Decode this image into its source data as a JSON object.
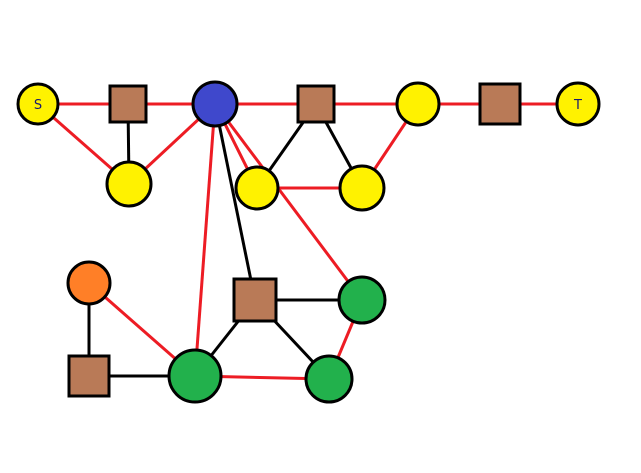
{
  "colors": {
    "background": "#ffffff",
    "red_edge": "#ed1c24",
    "black_edge": "#000000",
    "yellow": "#fff200",
    "blue": "#3f48cc",
    "brown": "#b97a57",
    "green": "#22b14c",
    "orange": "#ff7f27",
    "outline": "#000000"
  },
  "nodes": [
    {
      "id": "S",
      "shape": "circle",
      "fill": "yellow",
      "label": "S"
    },
    {
      "id": "sq1",
      "shape": "square",
      "fill": "brown",
      "label": ""
    },
    {
      "id": "y1",
      "shape": "circle",
      "fill": "yellow",
      "label": ""
    },
    {
      "id": "B",
      "shape": "circle",
      "fill": "blue",
      "label": ""
    },
    {
      "id": "sq2",
      "shape": "square",
      "fill": "brown",
      "label": ""
    },
    {
      "id": "y2",
      "shape": "circle",
      "fill": "yellow",
      "label": ""
    },
    {
      "id": "y3",
      "shape": "circle",
      "fill": "yellow",
      "label": ""
    },
    {
      "id": "y4",
      "shape": "circle",
      "fill": "yellow",
      "label": ""
    },
    {
      "id": "sq3",
      "shape": "square",
      "fill": "brown",
      "label": ""
    },
    {
      "id": "T",
      "shape": "circle",
      "fill": "yellow",
      "label": "T"
    },
    {
      "id": "o1",
      "shape": "circle",
      "fill": "orange",
      "label": ""
    },
    {
      "id": "sq4",
      "shape": "square",
      "fill": "brown",
      "label": ""
    },
    {
      "id": "g1",
      "shape": "circle",
      "fill": "green",
      "label": ""
    },
    {
      "id": "sq5",
      "shape": "square",
      "fill": "brown",
      "label": ""
    },
    {
      "id": "g2",
      "shape": "circle",
      "fill": "green",
      "label": ""
    },
    {
      "id": "g3",
      "shape": "circle",
      "fill": "green",
      "label": ""
    }
  ],
  "edges": [
    {
      "from": "S",
      "to": "B",
      "color": "red"
    },
    {
      "from": "S",
      "to": "y1",
      "color": "red"
    },
    {
      "from": "sq1",
      "to": "y1",
      "color": "black"
    },
    {
      "from": "y1",
      "to": "B",
      "color": "red"
    },
    {
      "from": "B",
      "to": "sq2",
      "color": "red"
    },
    {
      "from": "sq2",
      "to": "y4",
      "color": "red"
    },
    {
      "from": "B",
      "to": "y2",
      "color": "red"
    },
    {
      "from": "B",
      "to": "g3",
      "color": "red"
    },
    {
      "from": "B",
      "to": "g1",
      "color": "red"
    },
    {
      "from": "B",
      "to": "sq5",
      "color": "black"
    },
    {
      "from": "sq2",
      "to": "y2",
      "color": "black"
    },
    {
      "from": "sq2",
      "to": "y3",
      "color": "black"
    },
    {
      "from": "y2",
      "to": "y3",
      "color": "red"
    },
    {
      "from": "y3",
      "to": "y4",
      "color": "red"
    },
    {
      "from": "y4",
      "to": "sq3",
      "color": "red"
    },
    {
      "from": "sq3",
      "to": "T",
      "color": "red"
    },
    {
      "from": "o1",
      "to": "sq4",
      "color": "black"
    },
    {
      "from": "o1",
      "to": "g1",
      "color": "red"
    },
    {
      "from": "sq4",
      "to": "g1",
      "color": "black"
    },
    {
      "from": "g1",
      "to": "sq5",
      "color": "black"
    },
    {
      "from": "g1",
      "to": "g2",
      "color": "red"
    },
    {
      "from": "sq5",
      "to": "g3",
      "color": "black"
    },
    {
      "from": "sq5",
      "to": "g2",
      "color": "black"
    },
    {
      "from": "g3",
      "to": "g2",
      "color": "red"
    }
  ]
}
